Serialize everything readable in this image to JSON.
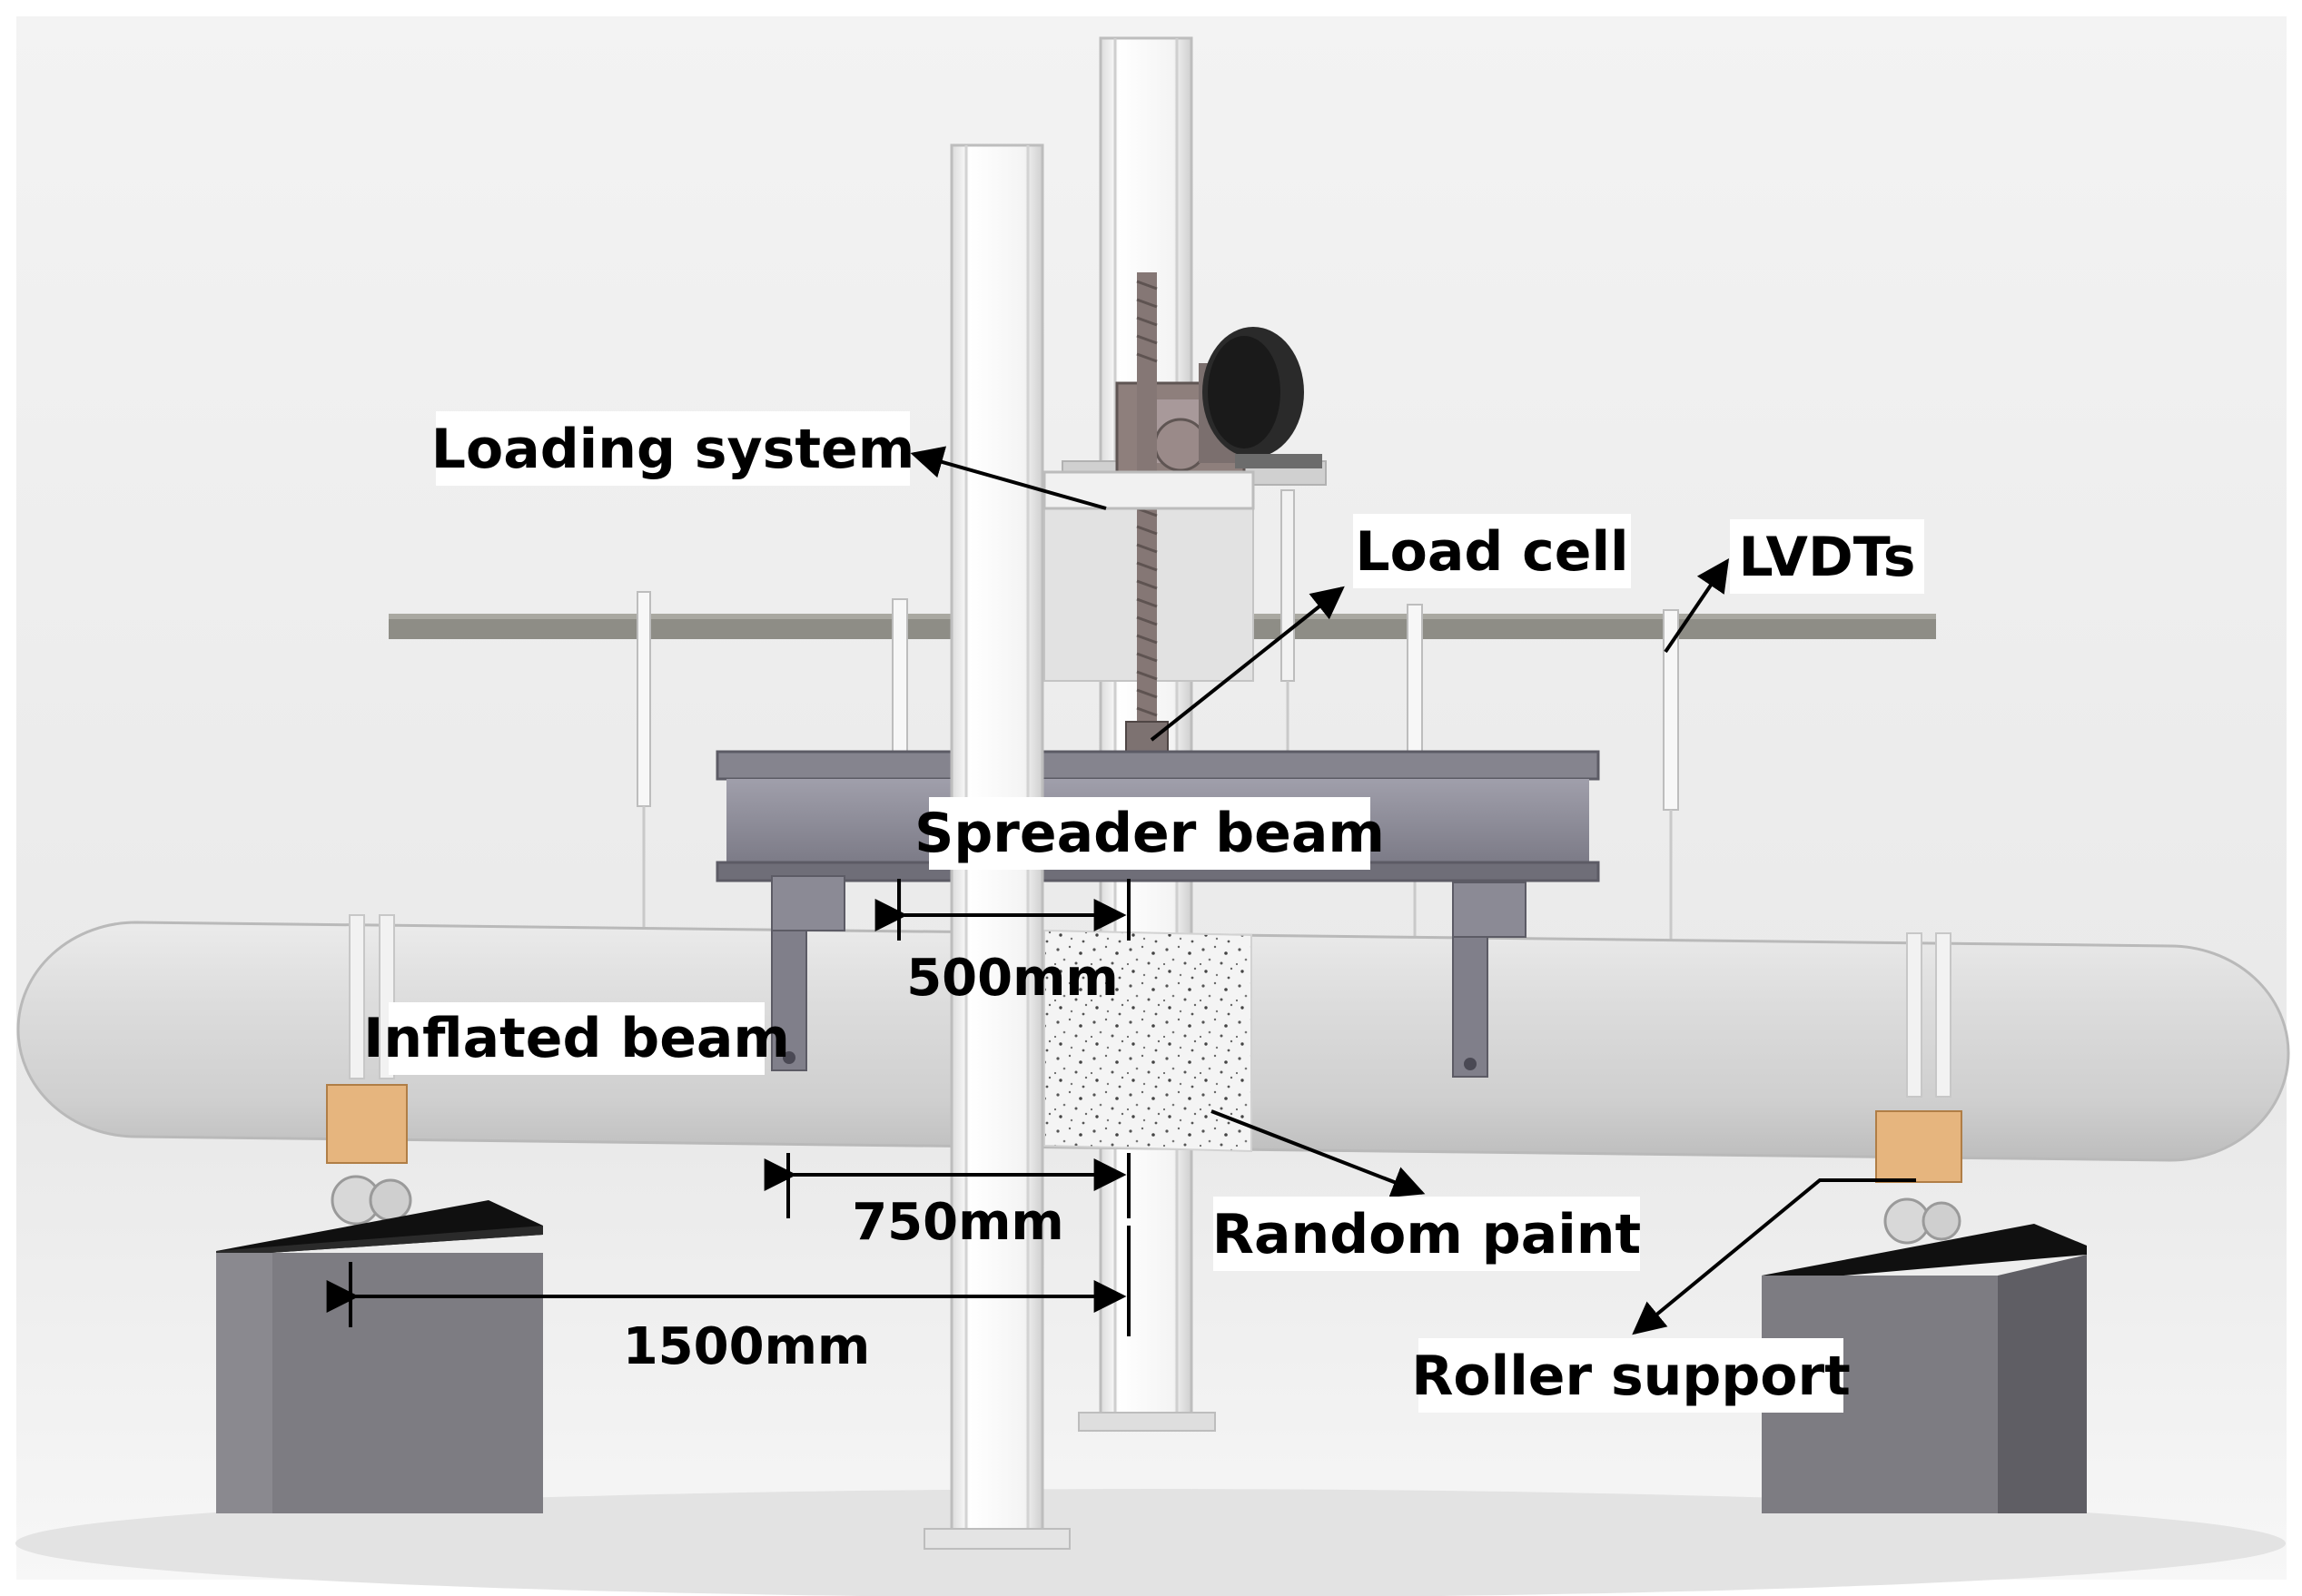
{
  "labels": {
    "loading_system": "Loading system",
    "load_cell": "Load cell",
    "lvdts": "LVDTs",
    "spreader_beam": "Spreader beam",
    "inflated_beam": "Inflated beam",
    "random_paint": "Random paint",
    "roller_support": "Roller support"
  },
  "dimensions": {
    "d500": "500mm",
    "d750": "750mm",
    "d1500": "1500mm"
  },
  "colors": {
    "background": "#ededed",
    "beam_body": "#d6d6d6",
    "steel_grey": "#8c8a96",
    "block_dark": "#7d7c82",
    "support_wood": "#e6b57e",
    "label_box": "#ffffff",
    "text": "#000000"
  }
}
